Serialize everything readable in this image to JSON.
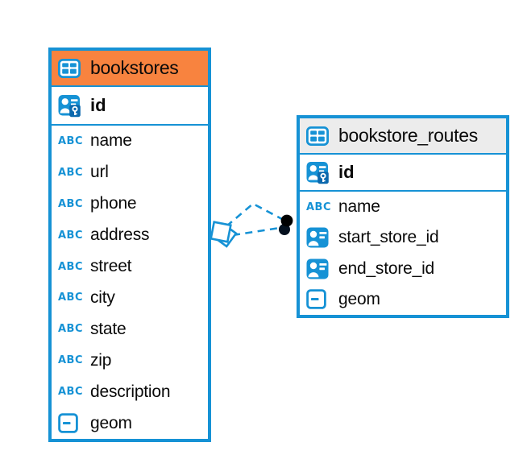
{
  "colors": {
    "accent_blue": "#1692d5",
    "bookstores_header_bg": "#f8833f",
    "routes_header_bg": "#ececec",
    "relationship_dot": "#000000",
    "text": "#0a0a0a"
  },
  "icons": {
    "text_type_glyph": "ABC",
    "table_icon": "table-grid",
    "primary_key_icon": "person-card-with-key",
    "reference_icon": "person-card",
    "geometry_icon": "box-with-dash"
  },
  "tables": {
    "bookstores": {
      "title": "bookstores",
      "primary_key": {
        "label": "id",
        "type": "primary-key"
      },
      "columns": [
        {
          "label": "name",
          "type": "text"
        },
        {
          "label": "url",
          "type": "text"
        },
        {
          "label": "phone",
          "type": "text"
        },
        {
          "label": "address",
          "type": "text"
        },
        {
          "label": "street",
          "type": "text"
        },
        {
          "label": "city",
          "type": "text"
        },
        {
          "label": "state",
          "type": "text"
        },
        {
          "label": "zip",
          "type": "text"
        },
        {
          "label": "description",
          "type": "text"
        },
        {
          "label": "geom",
          "type": "geometry"
        }
      ]
    },
    "bookstore_routes": {
      "title": "bookstore_routes",
      "primary_key": {
        "label": "id",
        "type": "primary-key"
      },
      "columns": [
        {
          "label": "name",
          "type": "text"
        },
        {
          "label": "start_store_id",
          "type": "reference"
        },
        {
          "label": "end_store_id",
          "type": "reference"
        },
        {
          "label": "geom",
          "type": "geometry"
        }
      ]
    }
  },
  "relationships": [
    {
      "endpoints": [
        "bookstores",
        "bookstore_routes"
      ],
      "line_style": "dashed",
      "source_marker": "diamond",
      "target_marker": "dot"
    },
    {
      "endpoints": [
        "bookstores",
        "bookstore_routes"
      ],
      "line_style": "dashed",
      "source_marker": "diamond",
      "target_marker": "dot"
    }
  ]
}
